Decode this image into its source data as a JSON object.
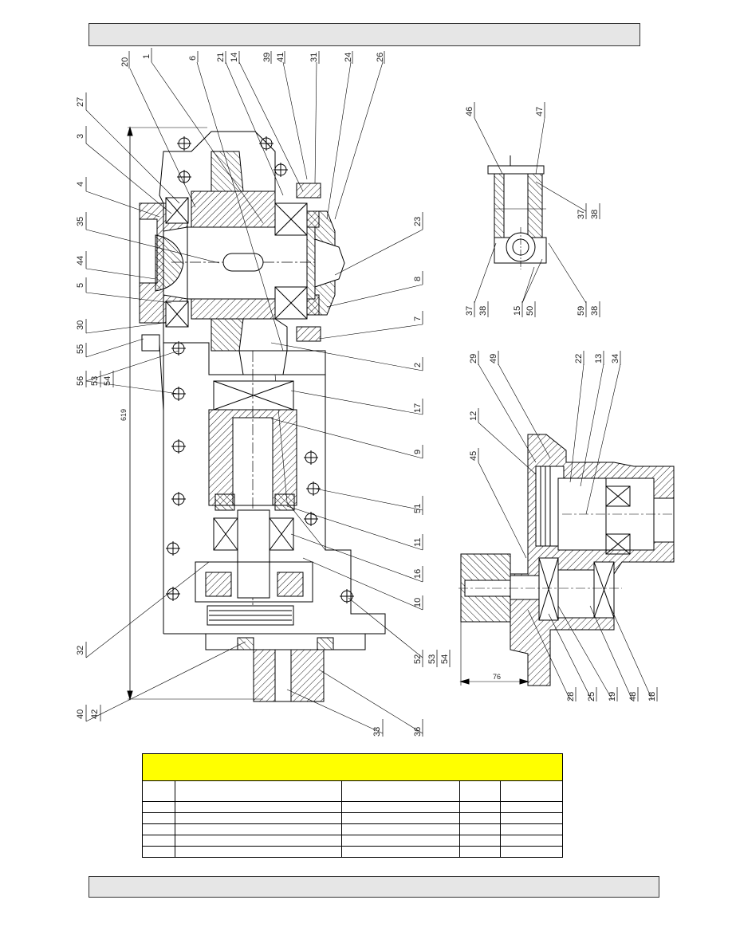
{
  "header_bar": {
    "text": ""
  },
  "footer_bar": {
    "text": ""
  },
  "colors": {
    "hatch": "#000000",
    "title_fill": "#ffff00",
    "bar_fill": "#e6e6e6"
  },
  "main_view": {
    "dimension": "619",
    "leader_labels": [
      {
        "id": "20",
        "text": "20"
      },
      {
        "id": "1",
        "text": "1"
      },
      {
        "id": "6",
        "text": "6"
      },
      {
        "id": "21",
        "text": "21"
      },
      {
        "id": "14",
        "text": "14"
      },
      {
        "id": "39",
        "text": "39"
      },
      {
        "id": "41",
        "text": "41"
      },
      {
        "id": "31",
        "text": "31"
      },
      {
        "id": "24",
        "text": "24"
      },
      {
        "id": "26",
        "text": "26"
      },
      {
        "id": "27",
        "text": "27"
      },
      {
        "id": "3",
        "text": "3"
      },
      {
        "id": "4",
        "text": "4"
      },
      {
        "id": "35",
        "text": "35"
      },
      {
        "id": "44",
        "text": "44"
      },
      {
        "id": "5",
        "text": "5"
      },
      {
        "id": "30",
        "text": "30"
      },
      {
        "id": "55",
        "text": "55"
      },
      {
        "id": "56",
        "text": "56"
      },
      {
        "id": "53a",
        "text": "53"
      },
      {
        "id": "54a",
        "text": "54"
      },
      {
        "id": "23",
        "text": "23"
      },
      {
        "id": "8",
        "text": "8"
      },
      {
        "id": "7",
        "text": "7"
      },
      {
        "id": "2",
        "text": "2"
      },
      {
        "id": "17",
        "text": "17"
      },
      {
        "id": "9",
        "text": "9"
      },
      {
        "id": "51",
        "text": "51"
      },
      {
        "id": "11",
        "text": "11"
      },
      {
        "id": "16",
        "text": "16"
      },
      {
        "id": "10",
        "text": "10"
      },
      {
        "id": "52",
        "text": "52"
      },
      {
        "id": "53b",
        "text": "53"
      },
      {
        "id": "54b",
        "text": "54"
      },
      {
        "id": "32",
        "text": "32"
      },
      {
        "id": "40",
        "text": "40"
      },
      {
        "id": "42",
        "text": "42"
      },
      {
        "id": "33",
        "text": "33"
      },
      {
        "id": "36",
        "text": "36"
      }
    ]
  },
  "detail_top": {
    "leader_labels": [
      {
        "id": "46",
        "text": "46"
      },
      {
        "id": "47",
        "text": "47"
      },
      {
        "id": "37a",
        "text": "37"
      },
      {
        "id": "38a",
        "text": "38"
      },
      {
        "id": "37b",
        "text": "37"
      },
      {
        "id": "38b",
        "text": "38"
      },
      {
        "id": "15",
        "text": "15"
      },
      {
        "id": "50",
        "text": "50"
      },
      {
        "id": "59",
        "text": "59"
      },
      {
        "id": "38c",
        "text": "38"
      }
    ]
  },
  "detail_bottom": {
    "dimension": "76",
    "leader_labels": [
      {
        "id": "29",
        "text": "29"
      },
      {
        "id": "49",
        "text": "49"
      },
      {
        "id": "22",
        "text": "22"
      },
      {
        "id": "13",
        "text": "13"
      },
      {
        "id": "34",
        "text": "34"
      },
      {
        "id": "12",
        "text": "12"
      },
      {
        "id": "45",
        "text": "45"
      },
      {
        "id": "28",
        "text": "28"
      },
      {
        "id": "25",
        "text": "25"
      },
      {
        "id": "19",
        "text": "19"
      },
      {
        "id": "48",
        "text": "48"
      },
      {
        "id": "18",
        "text": "18"
      }
    ]
  },
  "parts_table": {
    "title": "",
    "headers": [
      "",
      "",
      "",
      "",
      ""
    ],
    "rows": [
      [
        "",
        "",
        "",
        "",
        ""
      ],
      [
        "",
        "",
        "",
        "",
        ""
      ],
      [
        "",
        "",
        "",
        "",
        ""
      ],
      [
        "",
        "",
        "",
        "",
        ""
      ],
      [
        "",
        "",
        "",
        "",
        ""
      ]
    ]
  }
}
